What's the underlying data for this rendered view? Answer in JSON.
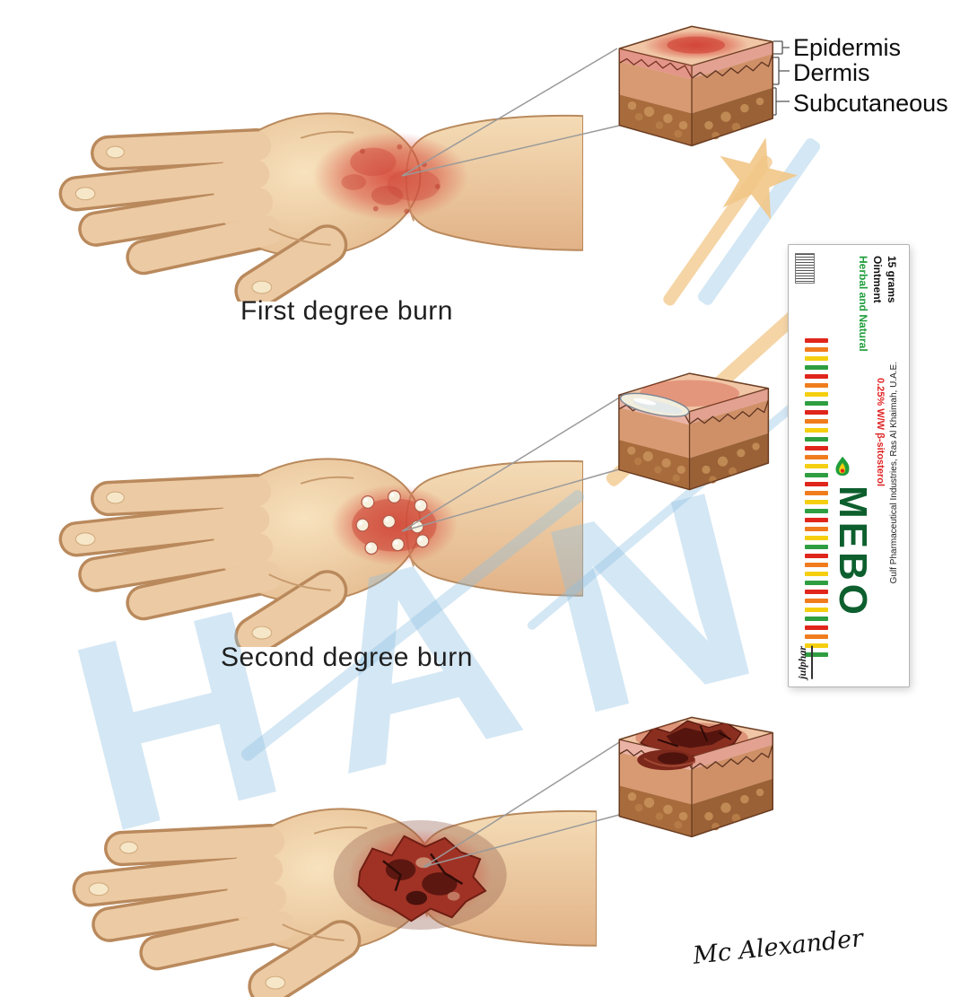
{
  "theme": {
    "mebo_green": "#0d5f2e",
    "tagline_green": "#1f9d3a",
    "active_red": "#e02424",
    "caption_ink": "#1f1f1f",
    "label_ink": "#0d0d0d",
    "watermark_blue": "rgba(141,193,226,0.38)",
    "watermark_tan": "rgba(242,199,136,0.75)"
  },
  "diagram": {
    "layer_labels": {
      "epidermis": "Epidermis",
      "dermis": "Dermis",
      "subcutaneous": "Subcutaneous"
    },
    "captions": {
      "first_degree": "First degree burn",
      "second_degree": "Second degree burn"
    },
    "signature": "Mc Alexander"
  },
  "product": {
    "brand": "MEBO",
    "tagline": "Herbal and Natural",
    "form": "Ointment",
    "size": "15 grams",
    "active_ingredient": "0.25% W/W β-sitosterol",
    "manufacturer": "Gulf Pharmaceutical Industries, Ras Al Khaimah, U.A.E.",
    "maker_logo": "julphar",
    "stripe_colors": [
      "#e0251b",
      "#f07c1e",
      "#f5cf0f",
      "#2f9e41"
    ],
    "stripe_count": 36
  }
}
